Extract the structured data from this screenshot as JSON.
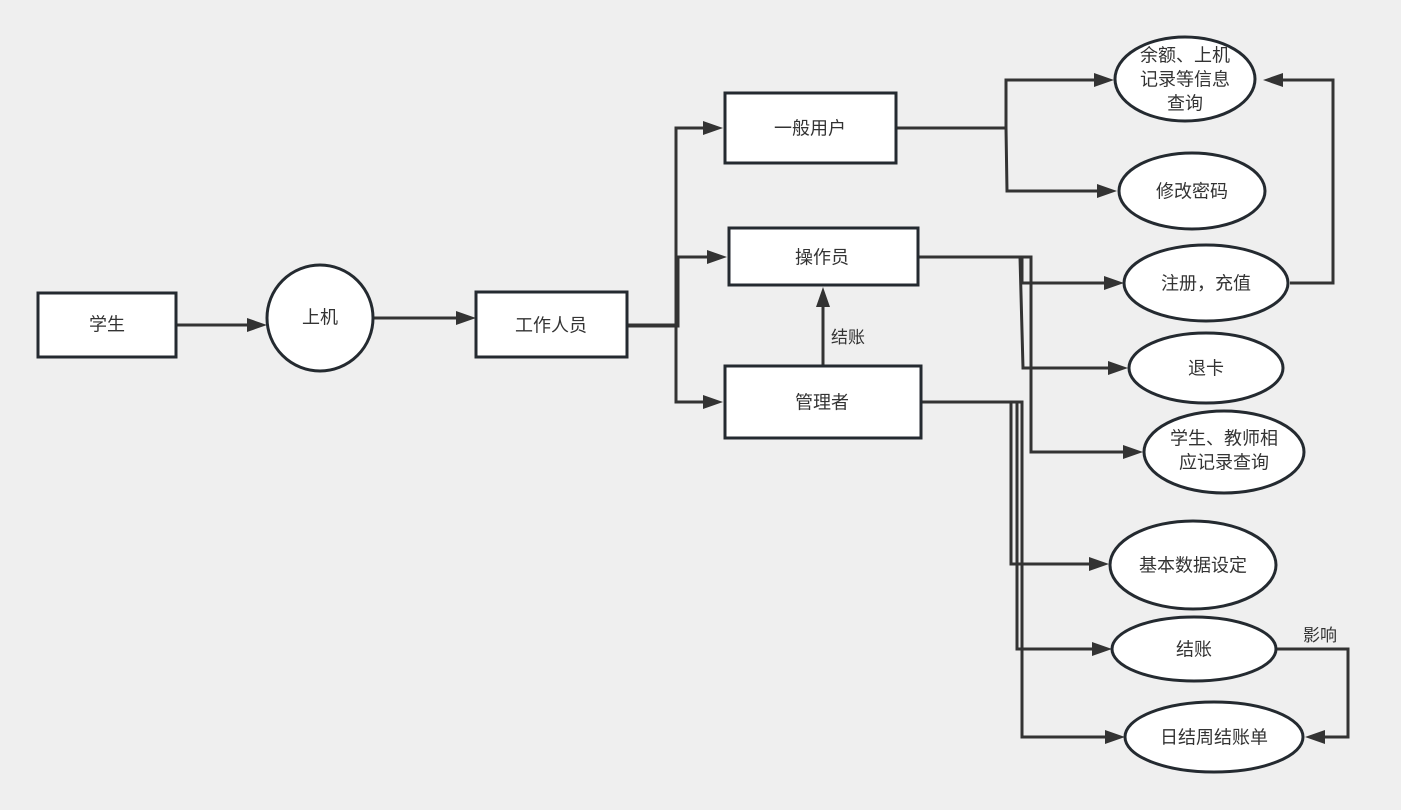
{
  "diagram": {
    "colors": {
      "background": "#efefef",
      "node_fill": "#ffffff",
      "node_stroke": "#242a30",
      "edge": "#333333",
      "text": "#333333"
    },
    "nodes": {
      "student": {
        "label": [
          "学生"
        ],
        "shape": "rectangle"
      },
      "login": {
        "label": [
          "上机"
        ],
        "shape": "circle"
      },
      "staff": {
        "label": [
          "工作人员"
        ],
        "shape": "rectangle"
      },
      "general_user": {
        "label": [
          "一般用户"
        ],
        "shape": "rectangle"
      },
      "operator": {
        "label": [
          "操作员"
        ],
        "shape": "rectangle"
      },
      "admin": {
        "label": [
          "管理者"
        ],
        "shape": "rectangle"
      },
      "balance_query": {
        "label": [
          "余额、上机",
          "记录等信息",
          "查询"
        ],
        "shape": "ellipse"
      },
      "change_password": {
        "label": [
          "修改密码"
        ],
        "shape": "ellipse"
      },
      "register_recharge": {
        "label": [
          "注册，充值"
        ],
        "shape": "ellipse"
      },
      "card_return": {
        "label": [
          "退卡"
        ],
        "shape": "ellipse"
      },
      "record_query": {
        "label": [
          "学生、教师相",
          "应记录查询"
        ],
        "shape": "ellipse"
      },
      "basic_settings": {
        "label": [
          "基本数据设定"
        ],
        "shape": "ellipse"
      },
      "checkout": {
        "label": [
          "结账"
        ],
        "shape": "ellipse"
      },
      "daily_weekly_bill": {
        "label": [
          "日结周结账单"
        ],
        "shape": "ellipse"
      }
    },
    "edges": [
      {
        "from": "student",
        "to": "login",
        "label": ""
      },
      {
        "from": "login",
        "to": "staff",
        "label": ""
      },
      {
        "from": "staff",
        "to": "general_user",
        "label": ""
      },
      {
        "from": "staff",
        "to": "operator",
        "label": ""
      },
      {
        "from": "staff",
        "to": "admin",
        "label": ""
      },
      {
        "from": "admin",
        "to": "operator",
        "label": "结账"
      },
      {
        "from": "general_user",
        "to": "balance_query",
        "label": ""
      },
      {
        "from": "general_user",
        "to": "change_password",
        "label": ""
      },
      {
        "from": "operator",
        "to": "register_recharge",
        "label": ""
      },
      {
        "from": "operator",
        "to": "card_return",
        "label": ""
      },
      {
        "from": "operator",
        "to": "record_query",
        "label": ""
      },
      {
        "from": "register_recharge",
        "to": "balance_query",
        "label": ""
      },
      {
        "from": "admin",
        "to": "basic_settings",
        "label": ""
      },
      {
        "from": "admin",
        "to": "checkout",
        "label": ""
      },
      {
        "from": "admin",
        "to": "daily_weekly_bill",
        "label": ""
      },
      {
        "from": "checkout",
        "to": "daily_weekly_bill",
        "label": "影响"
      }
    ],
    "edge_labels": {
      "admin_to_operator": "结账",
      "checkout_to_bill": "影响"
    }
  }
}
